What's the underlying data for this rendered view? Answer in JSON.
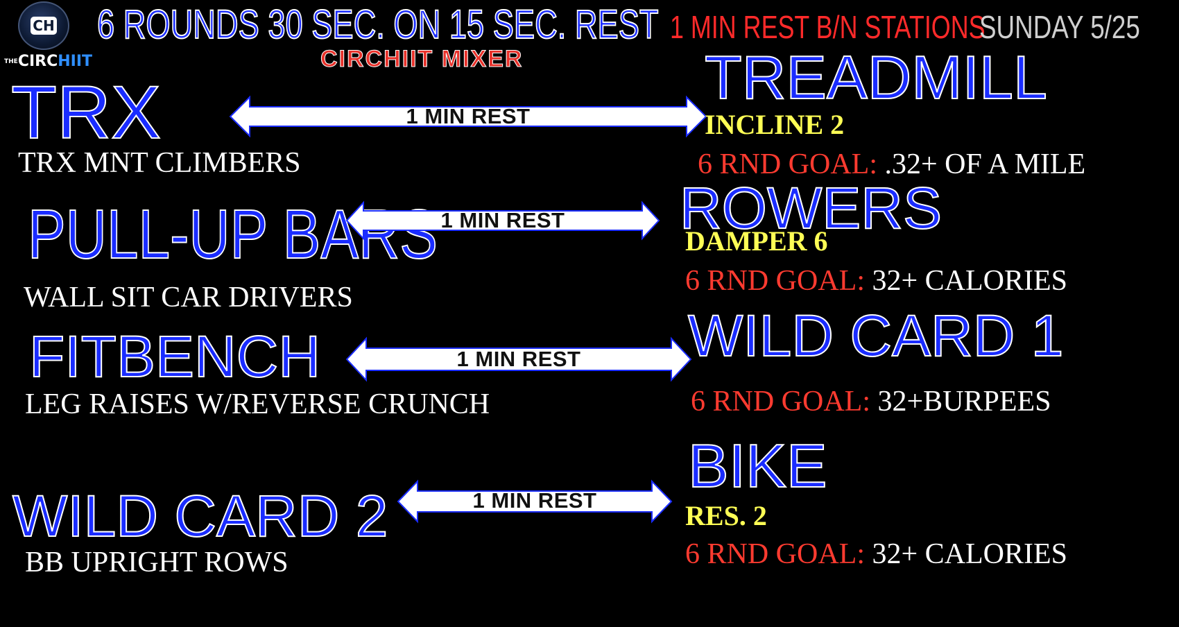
{
  "header": {
    "title": "6 ROUNDS 30 SEC. ON 15 SEC. REST",
    "subtitle": "CIRCHIIT MIXER",
    "rest_note": "1 MIN REST B/N STATIONS",
    "date": "SUNDAY 5/25"
  },
  "logo": {
    "emblem": "CH",
    "prefix": "THE",
    "name_a": "CIRC",
    "name_b": "HIIT"
  },
  "arrow_label": "1 MIN REST",
  "left_stations": [
    {
      "name": "TRX",
      "exercise": "TRX MNT CLIMBERS"
    },
    {
      "name": "PULL-UP BARS",
      "exercise": "WALL SIT CAR DRIVERS"
    },
    {
      "name": "FITBENCH",
      "exercise": "LEG RAISES W/REVERSE CRUNCH"
    },
    {
      "name": "WILD CARD 2",
      "exercise": "BB UPRIGHT ROWS"
    }
  ],
  "right_stations": [
    {
      "name": "TREADMILL",
      "setting": "INCLINE 2",
      "goal_label": "6 RND GOAL:",
      "goal_value": " .32+ OF A MILE"
    },
    {
      "name": "ROWERS",
      "setting": "DAMPER 6",
      "goal_label": "6 RND GOAL:",
      "goal_value": " 32+ CALORIES"
    },
    {
      "name": "WILD CARD 1",
      "setting": "",
      "goal_label": "6 RND GOAL:",
      "goal_value": " 32+BURPEES"
    },
    {
      "name": "BIKE",
      "setting": "RES. 2",
      "goal_label": "6 RND GOAL:",
      "goal_value": " 32+ CALORIES"
    }
  ],
  "colors": {
    "background": "#000000",
    "station_blue": "#1a2cff",
    "goal_red": "#ff3b30",
    "setting_yellow": "#ffff55",
    "arrow_fill": "#ffffff",
    "arrow_stroke": "#1a2cff"
  }
}
